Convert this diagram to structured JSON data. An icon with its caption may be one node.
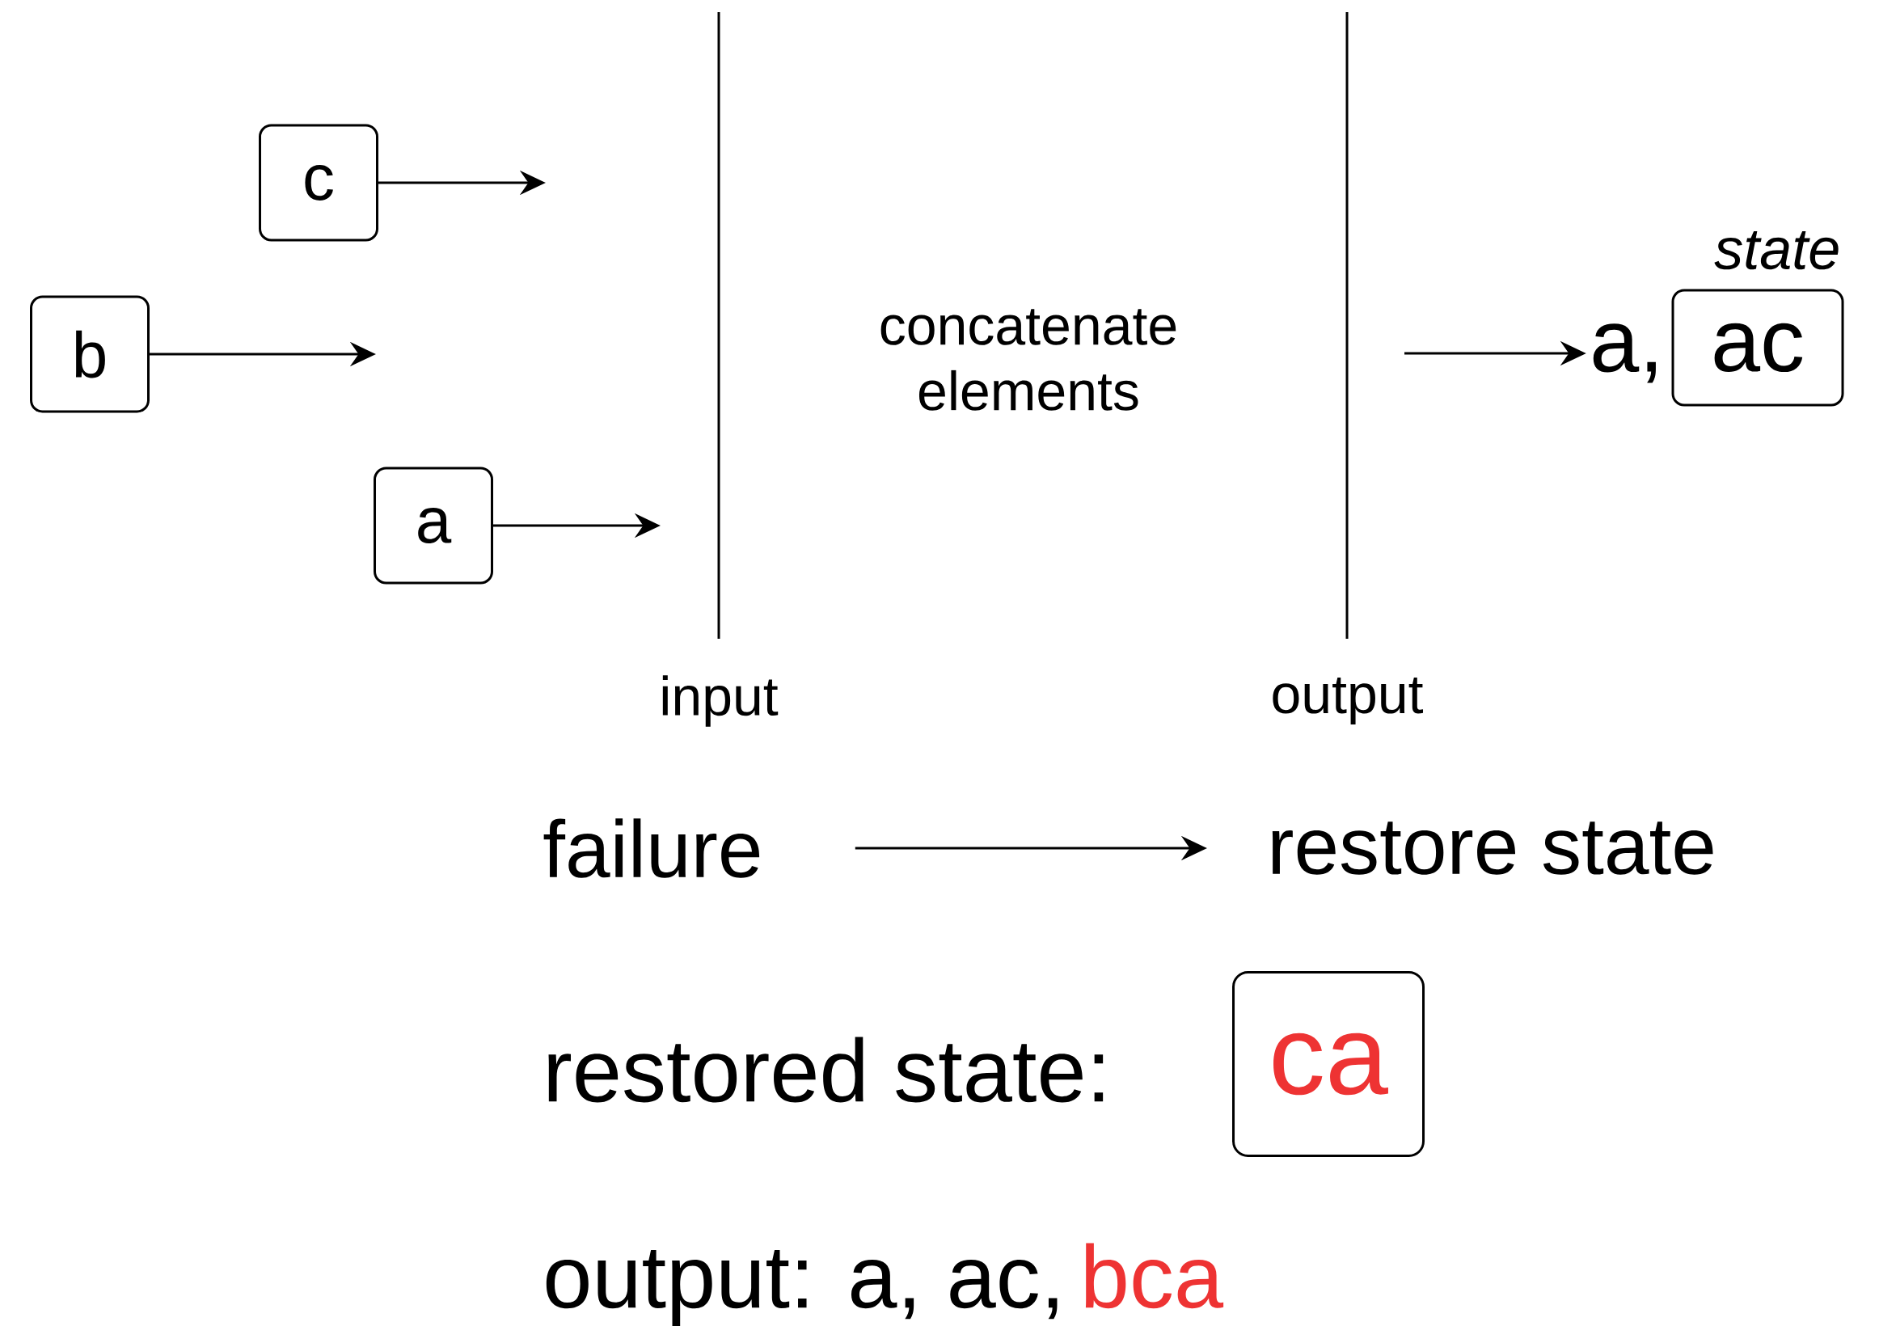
{
  "diagram": {
    "nodes": [
      {
        "text": [
          "c"
        ]
      },
      {
        "text": [
          "b"
        ]
      },
      {
        "text": [
          "a"
        ]
      },
      {
        "text": [
          "a,"
        ]
      },
      {
        "text": [
          "ac"
        ],
        "beside": [
          "state"
        ]
      },
      {
        "text": [
          "failure"
        ]
      },
      {
        "text": [
          "restore state"
        ]
      },
      {
        "text": [
          "ca"
        ]
      }
    ],
    "edges": [
      {
        "from": 0,
        "to": null,
        "arrow": "to"
      },
      {
        "from": 1,
        "to": null,
        "arrow": "to"
      },
      {
        "from": 2,
        "to": null,
        "arrow": "to"
      },
      {
        "from": null,
        "to": 3,
        "arrow": "to"
      },
      {
        "from": 5,
        "to": 6,
        "arrow": "to"
      }
    ],
    "labels": [
      "concatenate elements",
      "input",
      "output",
      "restored state:",
      "output: a, ac,",
      "bca"
    ]
  }
}
